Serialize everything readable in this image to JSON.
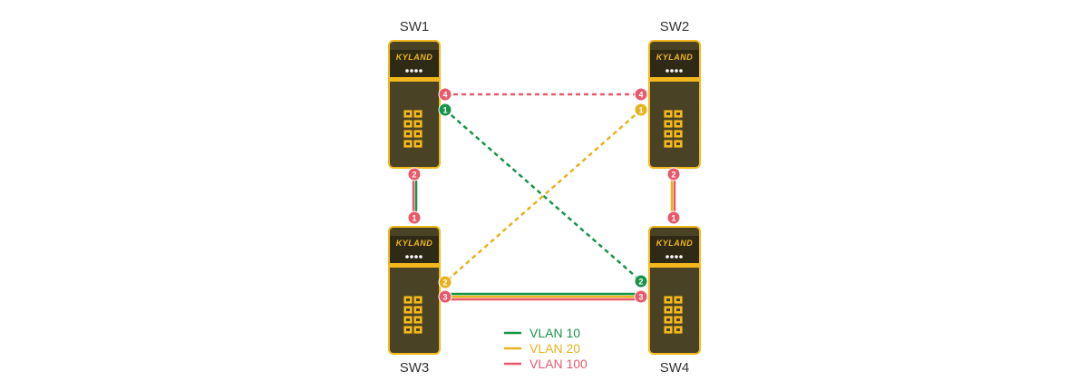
{
  "colors": {
    "vlan10": "#17944a",
    "vlan20": "#e8b21e",
    "vlan100": "#e85a6a",
    "device_body": "#4a4225",
    "device_border": "#f2b81d",
    "background": "#ffffff"
  },
  "switches": {
    "sw1": {
      "name": "SW1",
      "brand": "KYLAND"
    },
    "sw2": {
      "name": "SW2",
      "brand": "KYLAND"
    },
    "sw3": {
      "name": "SW3",
      "brand": "KYLAND"
    },
    "sw4": {
      "name": "SW4",
      "brand": "KYLAND"
    }
  },
  "ports": {
    "sw1_p4": "4",
    "sw1_p1": "1",
    "sw1_p2": "2",
    "sw2_p4": "4",
    "sw2_p1": "1",
    "sw2_p2": "2",
    "sw3_p1": "1",
    "sw3_p2": "2",
    "sw3_p3": "3",
    "sw4_p1": "1",
    "sw4_p2": "2",
    "sw4_p3": "3"
  },
  "links": [
    {
      "from": "SW1 port 4",
      "to": "SW2 port 4",
      "vlans": [
        "VLAN 100"
      ],
      "state": "blocked"
    },
    {
      "from": "SW1 port 1",
      "to": "SW4 port 2",
      "vlans": [
        "VLAN 10"
      ],
      "state": "blocked"
    },
    {
      "from": "SW2 port 1",
      "to": "SW3 port 2",
      "vlans": [
        "VLAN 20"
      ],
      "state": "blocked"
    },
    {
      "from": "SW1 port 2",
      "to": "SW3 port 1",
      "vlans": [
        "VLAN 10",
        "VLAN 100"
      ],
      "state": "active"
    },
    {
      "from": "SW2 port 2",
      "to": "SW4 port 1",
      "vlans": [
        "VLAN 20",
        "VLAN 100"
      ],
      "state": "active"
    },
    {
      "from": "SW3 port 3",
      "to": "SW4 port 3",
      "vlans": [
        "VLAN 10",
        "VLAN 20",
        "VLAN 100"
      ],
      "state": "active"
    }
  ],
  "legend": [
    {
      "label": "VLAN 10",
      "color": "#17944a"
    },
    {
      "label": "VLAN 20",
      "color": "#e8b21e"
    },
    {
      "label": "VLAN 100",
      "color": "#e85a6a"
    }
  ]
}
